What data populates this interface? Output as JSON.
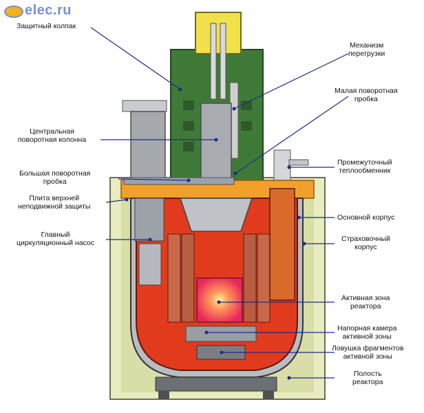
{
  "brand": {
    "logo_text": "elec.ru"
  },
  "labels": {
    "zashchitny_kolpak": "Защитный колпак",
    "mekhanizm": "Механизм\nперегрузки",
    "malaya_probka": "Малая поворотная\nпробка",
    "centralnaya_kolonna": "Центральная\nповоротная колонна",
    "bolshaya_probka": "Большая поворотная\nпробка",
    "teploobmennik": "Промежуточный\nтеплообменник",
    "plita": "Плита верхней\nнеподвижной защиты",
    "osnovnoy_korpus": "Основной корпус",
    "nasos": "Главный\nциркуляционный насос",
    "strakhovochny": "Страховочный\nкорпус",
    "aktivnaya_zona": "Активная зона\nреактора",
    "napornaya_kamera": "Напорная камера\nактивной зоны",
    "lovushka": "Ловушка фрагментов\nактивной зоны",
    "polost": "Полость\nреактора"
  },
  "colors": {
    "cap_green": "#3f7a38",
    "concrete": "#e8ecbe",
    "sodium_red": "#e23a1c",
    "vessel_gray": "#b9bcc0",
    "top_orange": "#f2a02a",
    "leader_line": "#1c2a8a"
  }
}
